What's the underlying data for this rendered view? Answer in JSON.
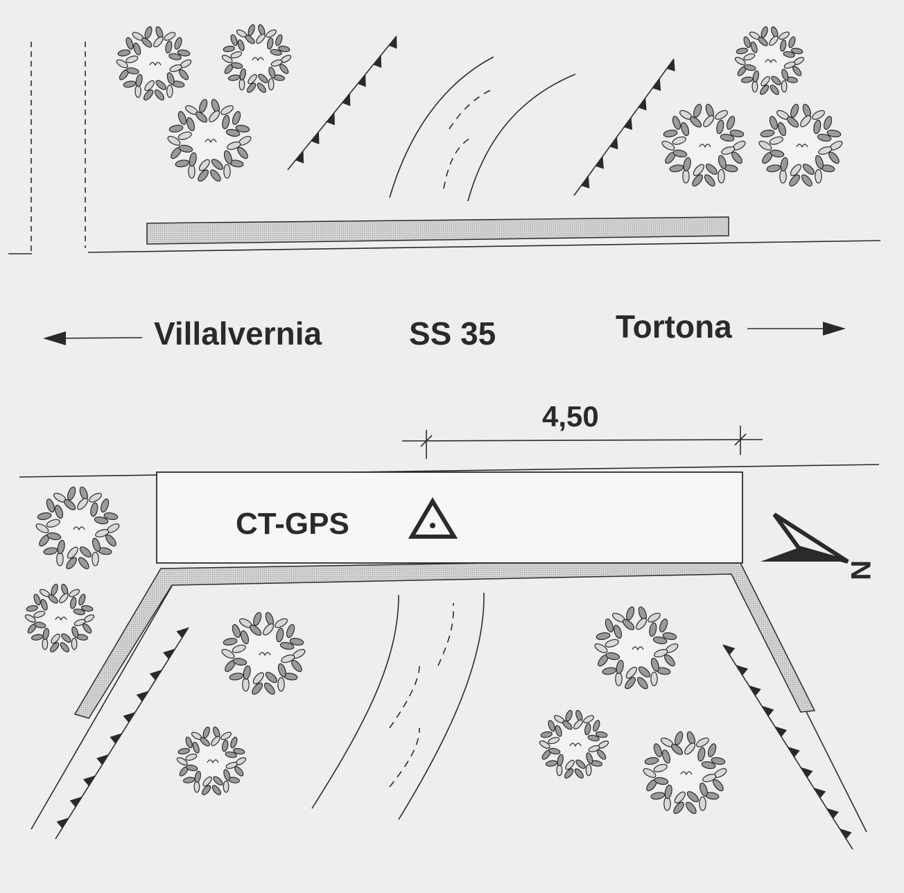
{
  "labels": {
    "west_town": "Villalvernia",
    "road": "SS 35",
    "east_town": "Tortona",
    "dimension": "4,50",
    "station": "CT-GPS",
    "north": "N"
  },
  "icons": {
    "station_marker": "triangle-with-dot-icon",
    "north_arrow": "north-arrow-icon",
    "tree": "tree-icon"
  },
  "colors": {
    "ink": "#2a2a2a",
    "sidewalk": "#c8c8c8",
    "paper": "#eeeeec"
  }
}
